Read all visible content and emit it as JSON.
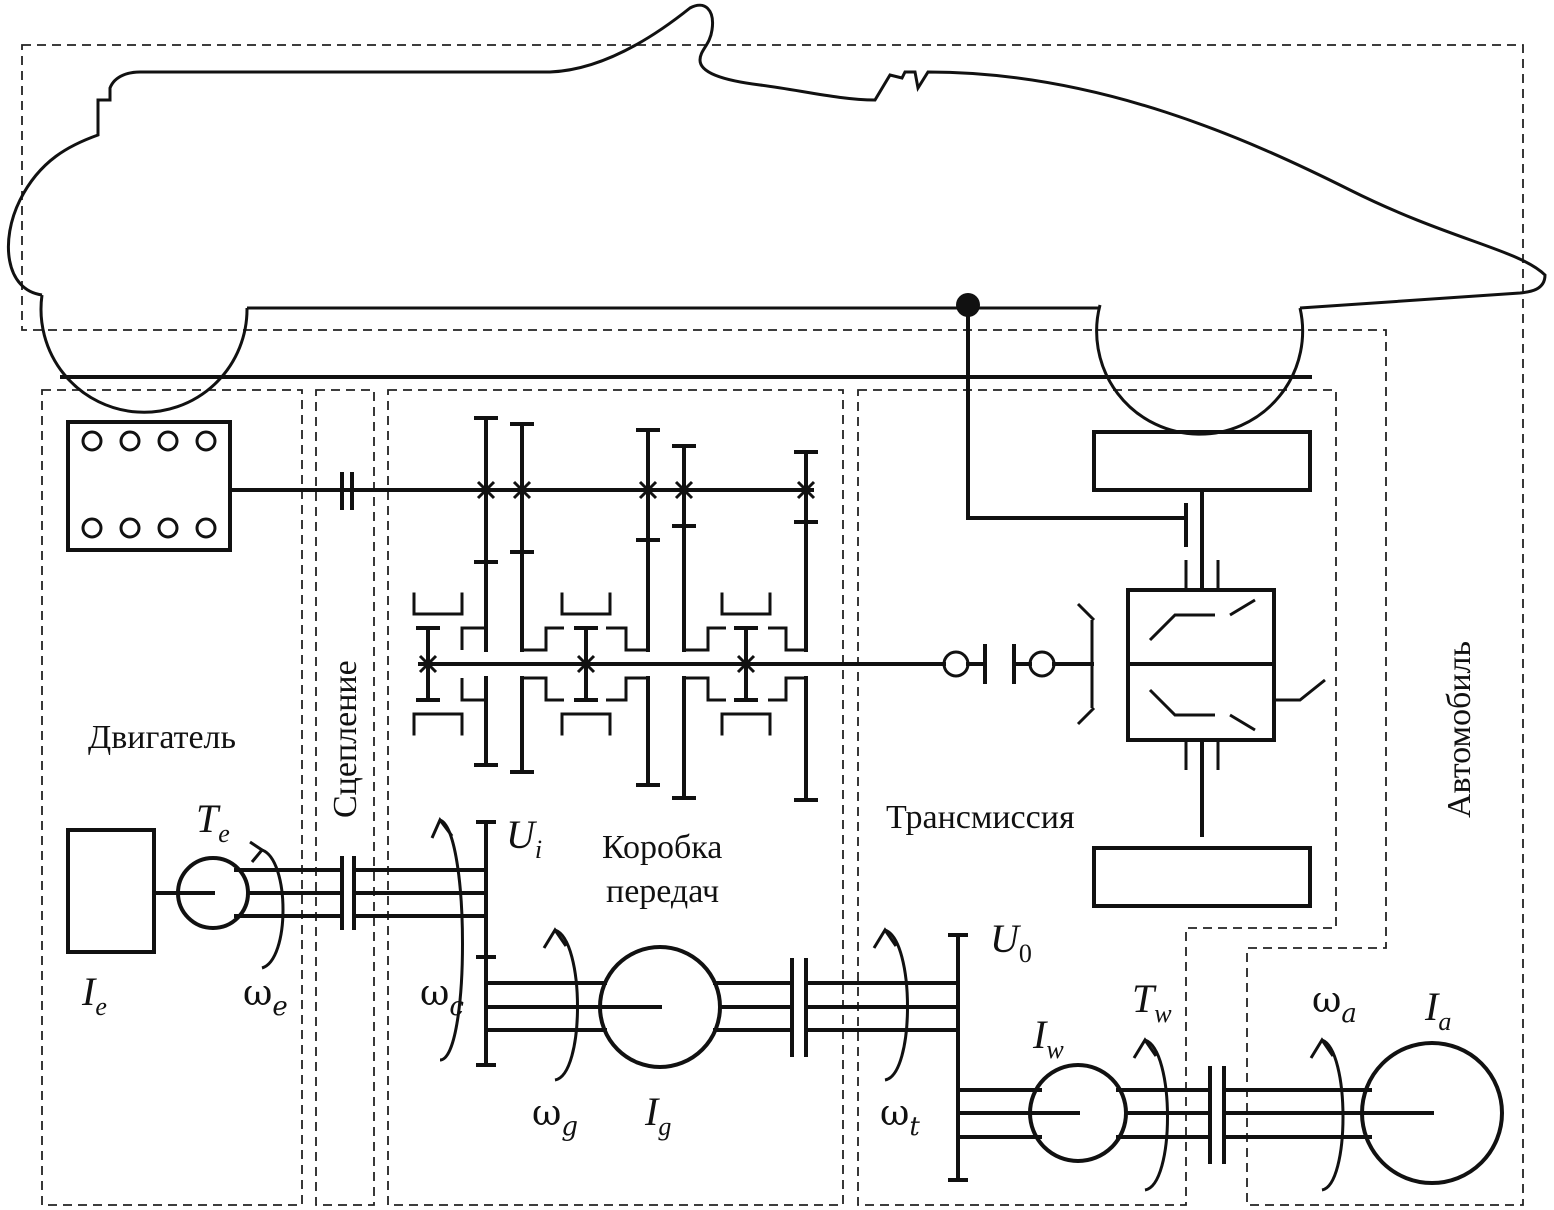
{
  "labels": {
    "engine": "Двигатель",
    "clutch": "Сцепление",
    "gearbox_line1": "Коробка",
    "gearbox_line2": "передач",
    "transmission": "Трансмиссия",
    "vehicle": "Автомобиль"
  },
  "symbols": {
    "Te": {
      "base": "T",
      "sub": "e"
    },
    "we": {
      "base": "ω",
      "sub": "e"
    },
    "Ie": {
      "base": "I",
      "sub": "e"
    },
    "Ui": {
      "base": "U",
      "sub": "i"
    },
    "wc": {
      "base": "ω",
      "sub": "c"
    },
    "wg": {
      "base": "ω",
      "sub": "g"
    },
    "Ig": {
      "base": "I",
      "sub": "g"
    },
    "U0": {
      "base": "U",
      "sub": "0"
    },
    "wt": {
      "base": "ω",
      "sub": "t"
    },
    "Iw": {
      "base": "I",
      "sub": "w"
    },
    "Tw": {
      "base": "T",
      "sub": "w"
    },
    "wa": {
      "base": "ω",
      "sub": "a"
    },
    "Ia": {
      "base": "I",
      "sub": "a"
    }
  }
}
